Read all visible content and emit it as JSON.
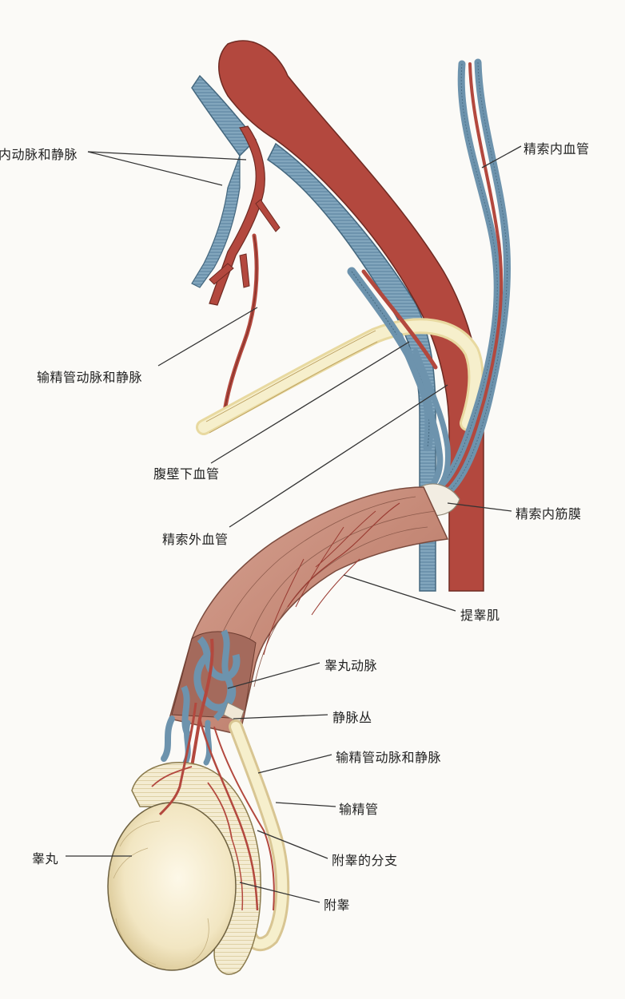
{
  "labels": {
    "iliac_vessels": "内动脉和静脉",
    "internal_spermatic_vessels": "精索内血管",
    "deferential_vessels_upper": "输精管动脉和静脉",
    "inferior_epigastric_vessels": "腹壁下血管",
    "external_spermatic_vessels": "精索外血管",
    "internal_spermatic_fascia": "精索内筋膜",
    "cremaster_muscle": "提睾肌",
    "testicular_artery": "睾丸动脉",
    "venous_plexus": "静脉丛",
    "deferential_vessels_lower": "输精管动脉和静脉",
    "vas_deferens": "输精管",
    "epididymal_branches": "附睾的分支",
    "testis": "睾丸",
    "epididymis": "附睾"
  },
  "colors": {
    "artery": "#b3483e",
    "vein": "#6d93ad",
    "muscle": "#c99585",
    "testis": "#f2e8c8",
    "duct": "#f3ecc6",
    "leader_line": "#333333"
  }
}
